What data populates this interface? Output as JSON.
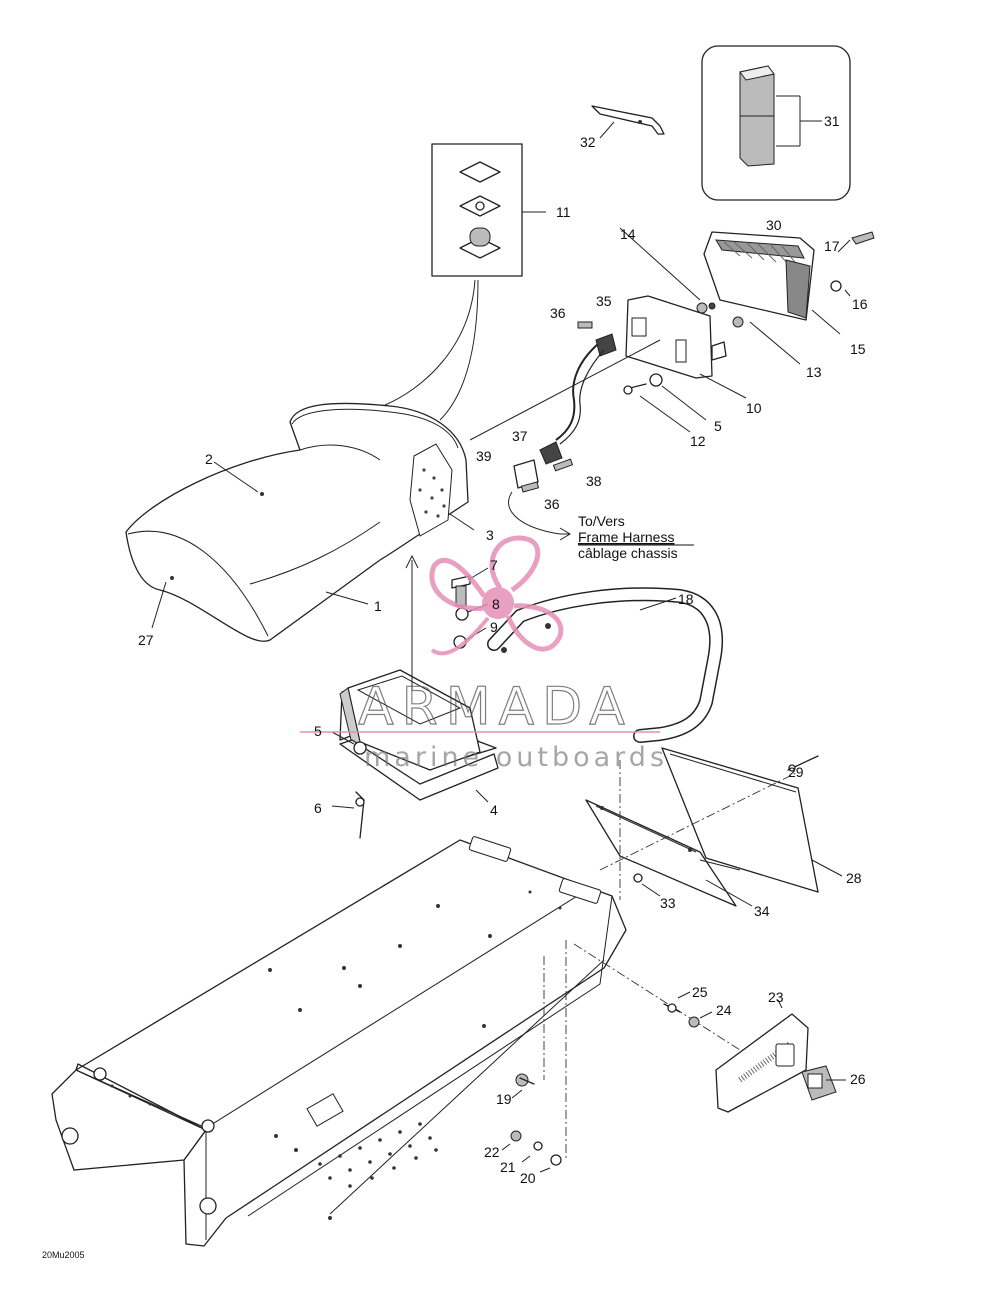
{
  "diagram": {
    "callouts": [
      {
        "id": "c1",
        "label": "1"
      },
      {
        "id": "c2",
        "label": "2"
      },
      {
        "id": "c3",
        "label": "3"
      },
      {
        "id": "c4",
        "label": "4"
      },
      {
        "id": "c5a",
        "label": "5"
      },
      {
        "id": "c5b",
        "label": "5"
      },
      {
        "id": "c6",
        "label": "6"
      },
      {
        "id": "c7",
        "label": "7"
      },
      {
        "id": "c8",
        "label": "8"
      },
      {
        "id": "c9",
        "label": "9"
      },
      {
        "id": "c10",
        "label": "10"
      },
      {
        "id": "c11",
        "label": "11"
      },
      {
        "id": "c12",
        "label": "12"
      },
      {
        "id": "c13",
        "label": "13"
      },
      {
        "id": "c14",
        "label": "14"
      },
      {
        "id": "c15",
        "label": "15"
      },
      {
        "id": "c16",
        "label": "16"
      },
      {
        "id": "c17",
        "label": "17"
      },
      {
        "id": "c18",
        "label": "18"
      },
      {
        "id": "c19",
        "label": "19"
      },
      {
        "id": "c20",
        "label": "20"
      },
      {
        "id": "c21",
        "label": "21"
      },
      {
        "id": "c22",
        "label": "22"
      },
      {
        "id": "c23",
        "label": "23"
      },
      {
        "id": "c24",
        "label": "24"
      },
      {
        "id": "c25",
        "label": "25"
      },
      {
        "id": "c26",
        "label": "26"
      },
      {
        "id": "c27",
        "label": "27"
      },
      {
        "id": "c28",
        "label": "28"
      },
      {
        "id": "c29",
        "label": "29"
      },
      {
        "id": "c30",
        "label": "30"
      },
      {
        "id": "c31",
        "label": "31"
      },
      {
        "id": "c32",
        "label": "32"
      },
      {
        "id": "c33",
        "label": "33"
      },
      {
        "id": "c34",
        "label": "34"
      },
      {
        "id": "c35",
        "label": "35"
      },
      {
        "id": "c36a",
        "label": "36"
      },
      {
        "id": "c36b",
        "label": "36"
      },
      {
        "id": "c37",
        "label": "37"
      },
      {
        "id": "c38",
        "label": "38"
      },
      {
        "id": "c39",
        "label": "39"
      }
    ],
    "harness_note": {
      "line1": "To/Vers",
      "line2": "Frame Harness",
      "line3": "câblage chassis"
    },
    "drawing_code": "20Mu2005"
  },
  "watermark": {
    "brand": "ARMADA",
    "tagline": "marine outboards",
    "accent_color": "#e58fb8"
  }
}
